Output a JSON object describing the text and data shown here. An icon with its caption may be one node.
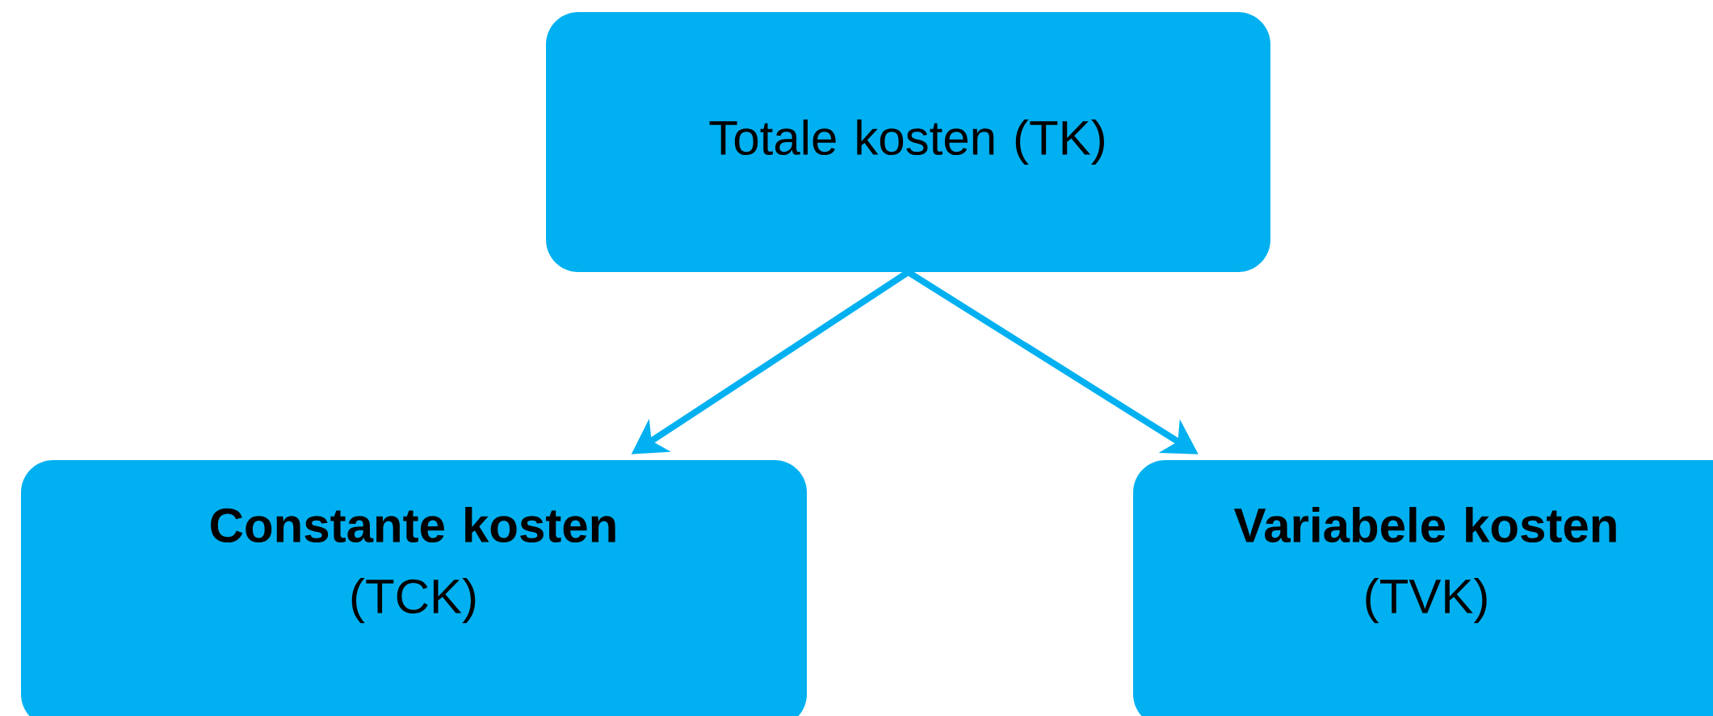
{
  "diagram": {
    "nodes": [
      {
        "text": [
          "Totale kosten (TK)"
        ]
      },
      {
        "text": [
          "Constante kosten",
          "(TCK)"
        ]
      },
      {
        "text": [
          "Variabele kosten",
          "(TVK)"
        ]
      }
    ],
    "edges": [
      {
        "from": 0,
        "to": 1,
        "arrow": "to"
      },
      {
        "from": 0,
        "to": 2,
        "arrow": "to"
      }
    ]
  }
}
